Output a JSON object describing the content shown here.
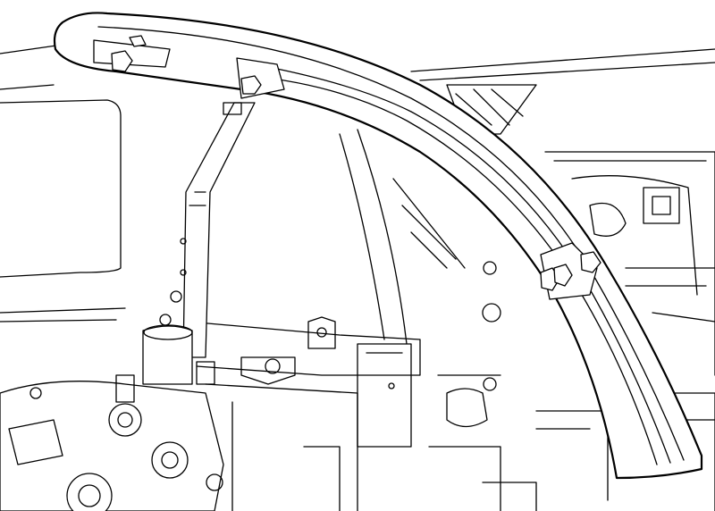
{
  "diagram": {
    "style": "technical line drawing",
    "colors": {
      "line": "#000000",
      "background": "#ffffff"
    },
    "parts": [
      "fender-arch-panel",
      "support-bracket-arm",
      "upper-mount-nuts",
      "side-mount-nuts",
      "lower-assembly",
      "background-structure"
    ]
  }
}
